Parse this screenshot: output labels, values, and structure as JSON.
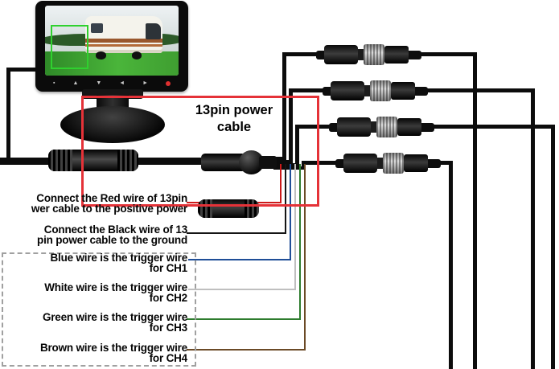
{
  "diagram_title": {
    "line1": "13pin power",
    "line2": "cable"
  },
  "labels": [
    {
      "id": "red-wire-note",
      "line1": "Connect the Red wire of 13pin",
      "line2": "wer cable to the positive power",
      "wire_color": "#cc1a1a"
    },
    {
      "id": "black-wire-note",
      "line1": "Connect the Black wire of 13",
      "line2": "pin power cable to the ground",
      "wire_color": "#151515"
    },
    {
      "id": "blue-wire-note",
      "line1": "Blue wire is the trigger wire",
      "line2": "for CH1",
      "wire_color": "#1f4e97"
    },
    {
      "id": "white-wire-note",
      "line1": "White wire is the trigger wire",
      "line2": "for CH2",
      "wire_color": "#bfbfbf"
    },
    {
      "id": "green-wire-note",
      "line1": "Green wire is the trigger wire",
      "line2": "for CH3",
      "wire_color": "#2e7c2e"
    },
    {
      "id": "brown-wire-note",
      "line1": "Brown wire is the trigger wire",
      "line2": "for CH4",
      "wire_color": "#6b4a26"
    }
  ],
  "colors": {
    "highlight_box": "#e53238",
    "dashed_box": "#a0a0a0",
    "cable": "#0c0c0c"
  },
  "monitor": {
    "buttons": [
      "▪",
      "▲",
      "▼",
      "◄",
      "►"
    ],
    "power_button_color": "#e03030"
  }
}
